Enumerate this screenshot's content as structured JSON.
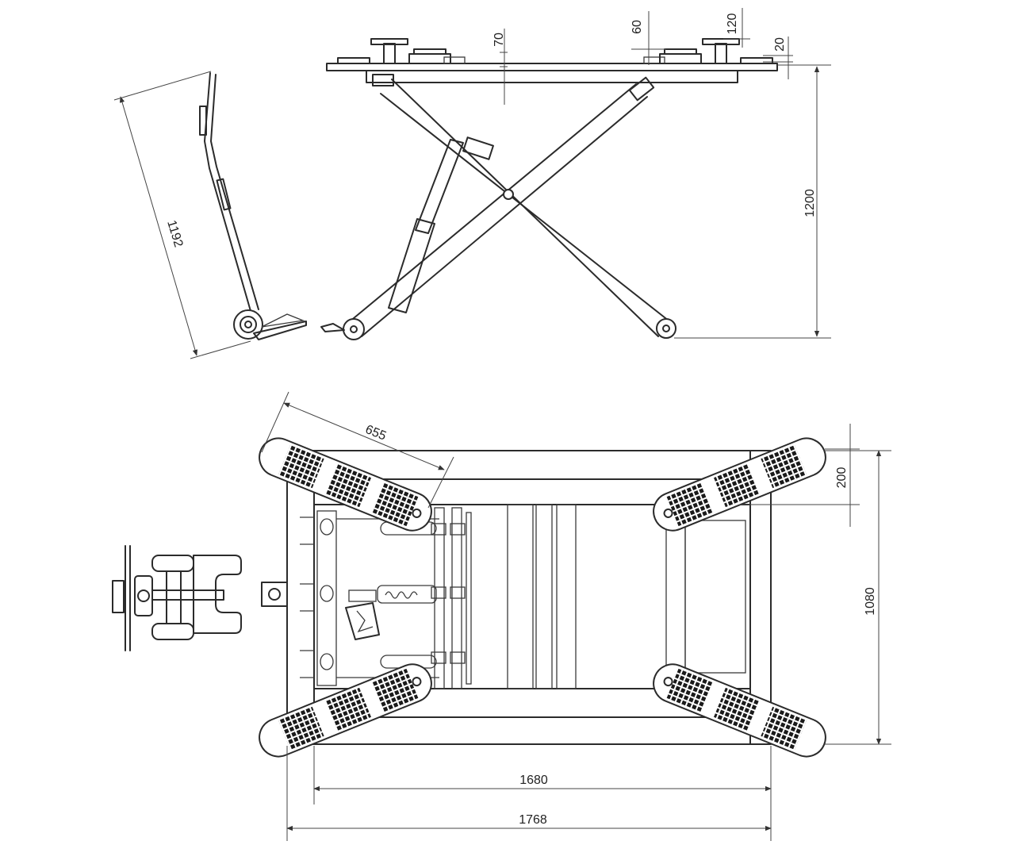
{
  "dimensions": {
    "side_height": "1200",
    "pad_70": "70",
    "pad_60": "60",
    "pad_120": "120",
    "pad_20": "20",
    "ramp_length": "1192",
    "arm_length": "655",
    "arm_offset": "200",
    "overall_width": "1080",
    "inner_length": "1680",
    "overall_length": "1768"
  }
}
